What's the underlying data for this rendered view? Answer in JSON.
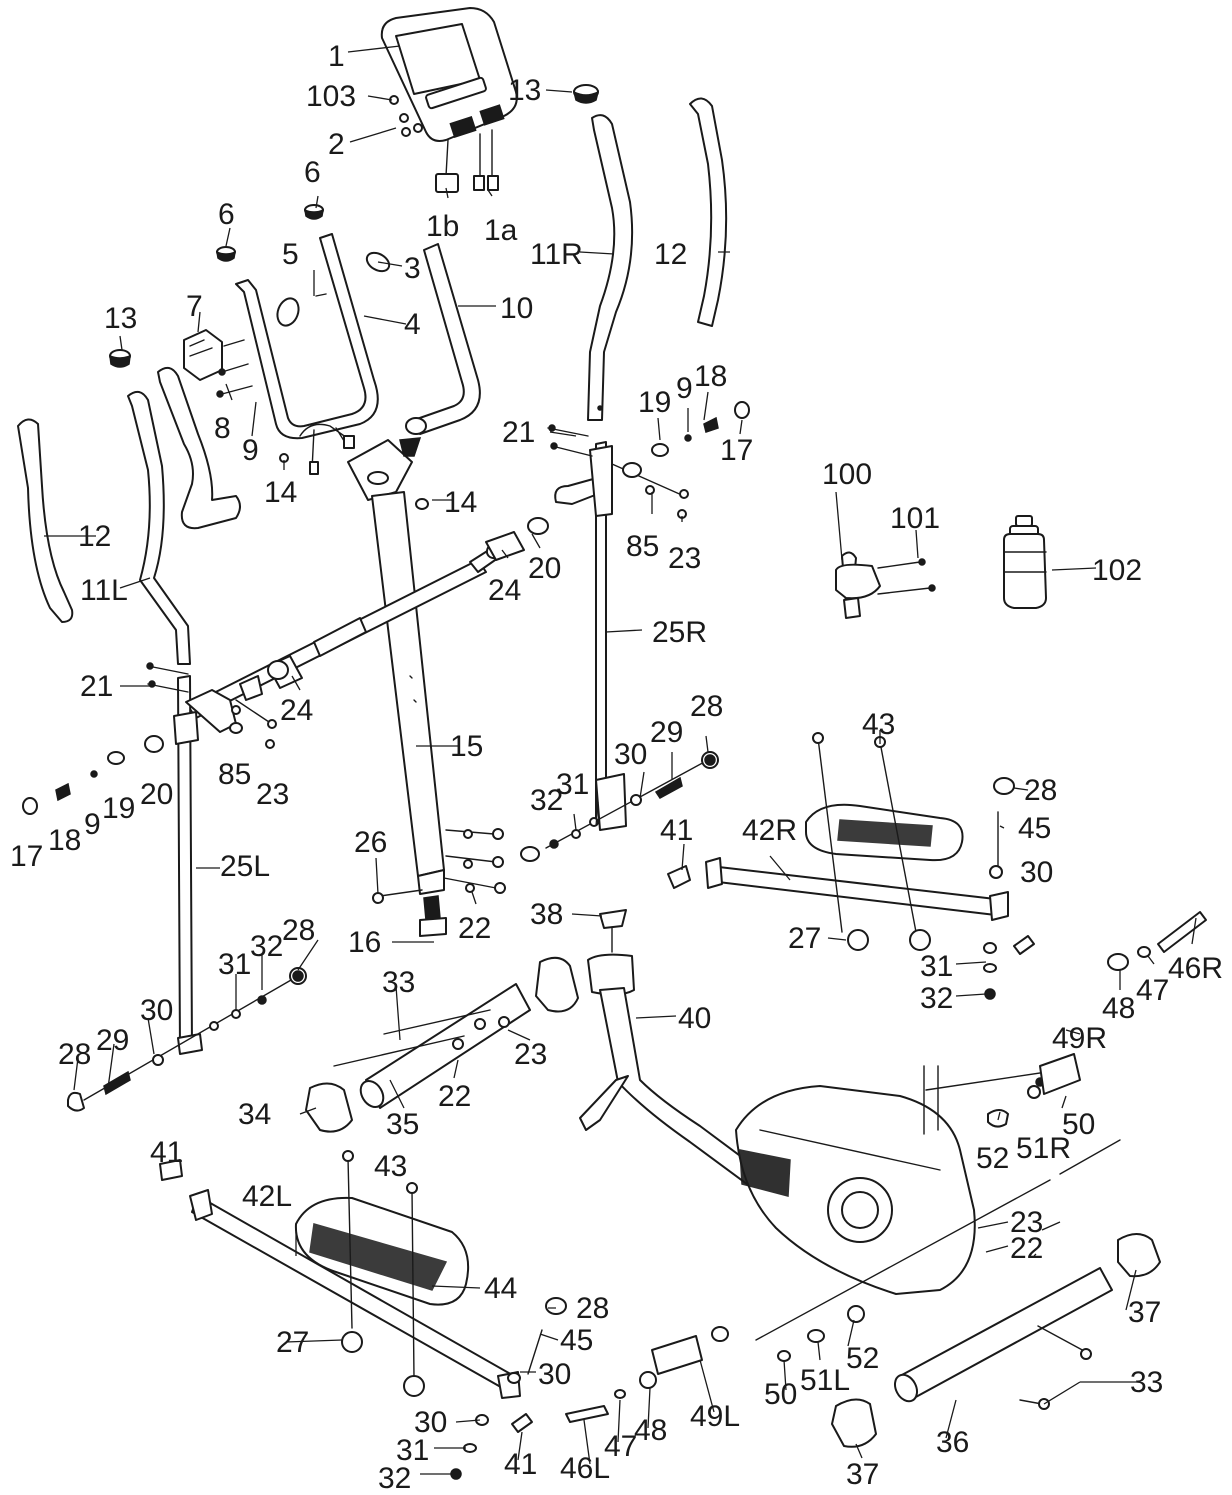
{
  "diagram": {
    "labels": [
      {
        "id": "l1",
        "text": "1"
      },
      {
        "id": "l103",
        "text": "103"
      },
      {
        "id": "l2",
        "text": "2"
      },
      {
        "id": "l13a",
        "text": "13"
      },
      {
        "id": "l6a",
        "text": "6"
      },
      {
        "id": "l1b",
        "text": "1b"
      },
      {
        "id": "l1a",
        "text": "1a"
      },
      {
        "id": "l11R",
        "text": "11R"
      },
      {
        "id": "l12a",
        "text": "12"
      },
      {
        "id": "l6b",
        "text": "6"
      },
      {
        "id": "l5",
        "text": "5"
      },
      {
        "id": "l3",
        "text": "3"
      },
      {
        "id": "l13b",
        "text": "13"
      },
      {
        "id": "l7",
        "text": "7"
      },
      {
        "id": "l4",
        "text": "4"
      },
      {
        "id": "l10",
        "text": "10"
      },
      {
        "id": "l8",
        "text": "8"
      },
      {
        "id": "l9a",
        "text": "9"
      },
      {
        "id": "l14a",
        "text": "14"
      },
      {
        "id": "l14b",
        "text": "14"
      },
      {
        "id": "l21a",
        "text": "21"
      },
      {
        "id": "l19a",
        "text": "19"
      },
      {
        "id": "l9b",
        "text": "9"
      },
      {
        "id": "l18a",
        "text": "18"
      },
      {
        "id": "l17a",
        "text": "17"
      },
      {
        "id": "l85a",
        "text": "85"
      },
      {
        "id": "l23a",
        "text": "23"
      },
      {
        "id": "l20a",
        "text": "20"
      },
      {
        "id": "l24a",
        "text": "24"
      },
      {
        "id": "l100",
        "text": "100"
      },
      {
        "id": "l101",
        "text": "101"
      },
      {
        "id": "l102",
        "text": "102"
      },
      {
        "id": "l12b",
        "text": "12"
      },
      {
        "id": "l11L",
        "text": "11L"
      },
      {
        "id": "l25R",
        "text": "25R"
      },
      {
        "id": "l21b",
        "text": "21"
      },
      {
        "id": "l24b",
        "text": "24"
      },
      {
        "id": "l15",
        "text": "15"
      },
      {
        "id": "l28a",
        "text": "28"
      },
      {
        "id": "l29a",
        "text": "29"
      },
      {
        "id": "l30a",
        "text": "30"
      },
      {
        "id": "l31a",
        "text": "31"
      },
      {
        "id": "l32a",
        "text": "32"
      },
      {
        "id": "l43a",
        "text": "43"
      },
      {
        "id": "l85b",
        "text": "85"
      },
      {
        "id": "l23b",
        "text": "23"
      },
      {
        "id": "l20b",
        "text": "20"
      },
      {
        "id": "l19b",
        "text": "19"
      },
      {
        "id": "l9c",
        "text": "9"
      },
      {
        "id": "l18b",
        "text": "18"
      },
      {
        "id": "l17b",
        "text": "17"
      },
      {
        "id": "l28b",
        "text": "28"
      },
      {
        "id": "l45a",
        "text": "45"
      },
      {
        "id": "l41a",
        "text": "41"
      },
      {
        "id": "l42R",
        "text": "42R"
      },
      {
        "id": "l26",
        "text": "26"
      },
      {
        "id": "l25L",
        "text": "25L"
      },
      {
        "id": "l30b",
        "text": "30"
      },
      {
        "id": "l22a",
        "text": "22"
      },
      {
        "id": "l16",
        "text": "16"
      },
      {
        "id": "l38",
        "text": "38"
      },
      {
        "id": "l27a",
        "text": "27"
      },
      {
        "id": "l31b",
        "text": "31"
      },
      {
        "id": "l32b",
        "text": "32"
      },
      {
        "id": "l46R",
        "text": "46R"
      },
      {
        "id": "l47a",
        "text": "47"
      },
      {
        "id": "l48a",
        "text": "48"
      },
      {
        "id": "l28c",
        "text": "28"
      },
      {
        "id": "l31c",
        "text": "31"
      },
      {
        "id": "l32c",
        "text": "32"
      },
      {
        "id": "l33a",
        "text": "33"
      },
      {
        "id": "l40",
        "text": "40"
      },
      {
        "id": "l49R",
        "text": "49R"
      },
      {
        "id": "l30c",
        "text": "30"
      },
      {
        "id": "l23c",
        "text": "23"
      },
      {
        "id": "l28d",
        "text": "28"
      },
      {
        "id": "l29b",
        "text": "29"
      },
      {
        "id": "l22b",
        "text": "22"
      },
      {
        "id": "l34",
        "text": "34"
      },
      {
        "id": "l35",
        "text": "35"
      },
      {
        "id": "l50a",
        "text": "50"
      },
      {
        "id": "l52a",
        "text": "52"
      },
      {
        "id": "l51R",
        "text": "51R"
      },
      {
        "id": "l41b",
        "text": "41"
      },
      {
        "id": "l43b",
        "text": "43"
      },
      {
        "id": "l42L",
        "text": "42L"
      },
      {
        "id": "l23d",
        "text": "23"
      },
      {
        "id": "l22c",
        "text": "22"
      },
      {
        "id": "l44",
        "text": "44"
      },
      {
        "id": "l37a",
        "text": "37"
      },
      {
        "id": "l28e",
        "text": "28"
      },
      {
        "id": "l45b",
        "text": "45"
      },
      {
        "id": "l27b",
        "text": "27"
      },
      {
        "id": "l30d",
        "text": "30"
      },
      {
        "id": "l52b",
        "text": "52"
      },
      {
        "id": "l51L",
        "text": "51L"
      },
      {
        "id": "l33b",
        "text": "33"
      },
      {
        "id": "l49L",
        "text": "49L"
      },
      {
        "id": "l50b",
        "text": "50"
      },
      {
        "id": "l30e",
        "text": "30"
      },
      {
        "id": "l31d",
        "text": "31"
      },
      {
        "id": "l41c",
        "text": "41"
      },
      {
        "id": "l46L",
        "text": "46L"
      },
      {
        "id": "l47b",
        "text": "47"
      },
      {
        "id": "l48b",
        "text": "48"
      },
      {
        "id": "l36",
        "text": "36"
      },
      {
        "id": "l32d",
        "text": "32"
      },
      {
        "id": "l37b",
        "text": "37"
      }
    ]
  }
}
